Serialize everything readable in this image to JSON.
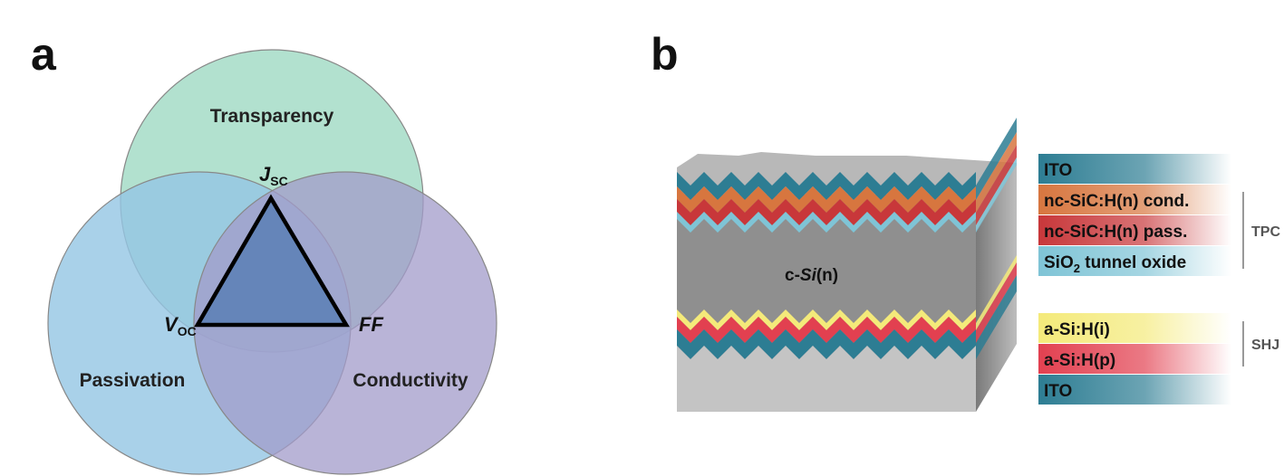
{
  "panel_a": {
    "label": "a",
    "circles": [
      {
        "name": "Transparency",
        "color": "#a5dcc7"
      },
      {
        "name": "Passivation",
        "color": "#93c6e4"
      },
      {
        "name": "Conductivity",
        "color": "#a29bc9"
      }
    ],
    "metrics": {
      "jsc_main": "J",
      "jsc_sub": "SC",
      "voc_main": "V",
      "voc_sub": "OC",
      "ff": "FF"
    },
    "triangle_fill": "#5b7fb5"
  },
  "panel_b": {
    "label": "b",
    "core_label_prefix": "c-",
    "core_label_si": "Si",
    "core_label_suffix": "(n)",
    "layers": [
      {
        "text": "ITO",
        "color": "#2d7d93"
      },
      {
        "text": "nc-SiC:H(n) cond.",
        "color": "#d7763f"
      },
      {
        "text": "nc-SiC:H(n) pass.",
        "color": "#c8373a"
      },
      {
        "text_main": "SiO",
        "text_sub": "2",
        "text_rest": " tunnel oxide",
        "color": "#7fc4d6"
      },
      {
        "text": "a-Si:H(i)",
        "color": "#f4ea7a"
      },
      {
        "text": "a-Si:H(p)",
        "color": "#e24050"
      },
      {
        "text": "ITO",
        "color": "#2d7d93"
      }
    ],
    "groups": {
      "tpc": "TPC",
      "shj": "SHJ"
    }
  }
}
